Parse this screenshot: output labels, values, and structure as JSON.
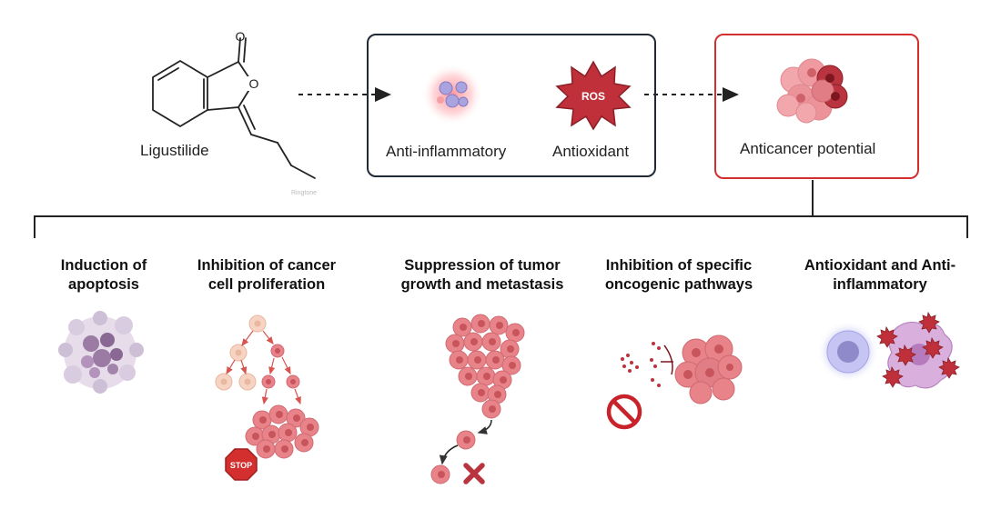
{
  "compound": {
    "name": "Ligustilide",
    "atom_carbonyl_o": "O",
    "atom_ring_o": "O",
    "watermark": "Ringtone"
  },
  "activities_box": {
    "items": [
      "Anti-inflammatory",
      "Antioxidant"
    ],
    "ros_label": "ROS",
    "border_color": "#1f2937"
  },
  "outcome_box": {
    "label": "Anticancer potential",
    "border_color": "#d42f2f"
  },
  "mechanisms": [
    {
      "line1": "Induction of",
      "line2": "apoptosis"
    },
    {
      "line1": "Inhibition of cancer",
      "line2": "cell proliferation",
      "stop_label": "STOP"
    },
    {
      "line1": "Suppression of tumor",
      "line2": "growth and metastasis"
    },
    {
      "line1": "Inhibition of specific",
      "line2": "oncogenic pathways"
    },
    {
      "line1": "Antioxidant and Anti-",
      "line2": "inflammatory"
    }
  ],
  "colors": {
    "cell": "#e8838a",
    "cell_dark": "#b9343f",
    "apoptosis": "#9b7aa4",
    "stop": "#d42f2f",
    "ros": "#c0303a"
  },
  "icons": [
    "ligustilide-structure",
    "inflammation-icon",
    "ros-burst-icon",
    "cancer-cell-cluster-icon",
    "apoptotic-cell-icon",
    "proliferation-tree-icon",
    "stop-sign-icon",
    "tumor-metastasis-icon",
    "cross-icon",
    "prohibition-icon",
    "immune-cell-icon",
    "macrophage-ros-icon"
  ]
}
